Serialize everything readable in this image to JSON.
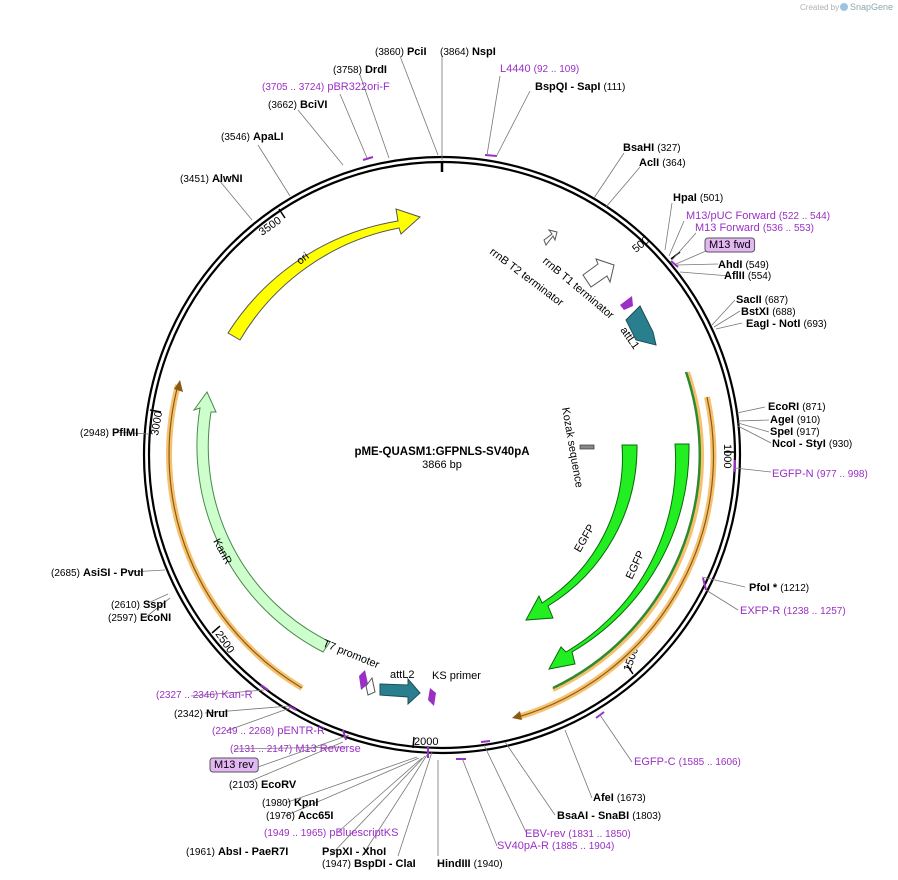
{
  "watermark": {
    "text": "Created by",
    "brand": "SnapGene"
  },
  "plasmid": {
    "name": "pME-QUASM1:GFPNLS-SV40pA",
    "length": "3866 bp"
  },
  "ticks": [
    "500",
    "1000",
    "1500",
    "2000",
    "2500",
    "3000",
    "3500"
  ],
  "colors": {
    "ori": "#ffff00",
    "egfp": "#22ee22",
    "kanr": "#ccffcc",
    "att": "#2a7f8f",
    "primer": "#9a2fc4",
    "orf_outline": "#f6c16f",
    "rrnb": "#ffffff"
  },
  "labels": [
    {
      "name": "PciI",
      "pos": "(3860)"
    },
    {
      "name": "NspI",
      "pos": "(3864)"
    },
    {
      "name": "DrdI",
      "pos": "(3758)"
    },
    {
      "name": "pBR322ori-F",
      "pos": "(3705 .. 3724)",
      "primer": true
    },
    {
      "name": "BciVI",
      "pos": "(3662)"
    },
    {
      "name": "ApaLI",
      "pos": "(3546)"
    },
    {
      "name": "AlwNI",
      "pos": "(3451)"
    },
    {
      "name": "L4440",
      "pos": "(92 .. 109)",
      "primer": true
    },
    {
      "name": "BspQI  - SapI",
      "pos": "(111)"
    },
    {
      "name": "BsaHI",
      "pos": "(327)"
    },
    {
      "name": "AclI",
      "pos": "(364)"
    },
    {
      "name": "HpaI",
      "pos": "(501)"
    },
    {
      "name": "M13/pUC Forward",
      "pos": "(522 .. 544)",
      "primer": true
    },
    {
      "name": "M13 Forward",
      "pos": "(536 .. 553)",
      "primer": true
    },
    {
      "name": "M13 fwd",
      "box": true
    },
    {
      "name": "AhdI",
      "pos": "(549)"
    },
    {
      "name": "AflII",
      "pos": "(554)"
    },
    {
      "name": "SacII",
      "pos": "(687)"
    },
    {
      "name": "BstXI",
      "pos": "(688)"
    },
    {
      "name": "EagI  - NotI",
      "pos": "(693)"
    },
    {
      "name": "EcoRI",
      "pos": "(871)"
    },
    {
      "name": "AgeI",
      "pos": "(910)"
    },
    {
      "name": "SpeI",
      "pos": "(917)"
    },
    {
      "name": "NcoI  - StyI",
      "pos": "(930)"
    },
    {
      "name": "EGFP-N",
      "pos": "(977 .. 998)",
      "primer": true
    },
    {
      "name": "PfoI *",
      "pos": "(1212)"
    },
    {
      "name": "EXFP-R",
      "pos": "(1238 .. 1257)",
      "primer": true
    },
    {
      "name": "EGFP-C",
      "pos": "(1585 .. 1606)",
      "primer": true
    },
    {
      "name": "AfeI",
      "pos": "(1673)"
    },
    {
      "name": "BsaAI  - SnaBI",
      "pos": "(1803)"
    },
    {
      "name": "EBV-rev",
      "pos": "(1831 .. 1850)",
      "primer": true
    },
    {
      "name": "SV40pA-R",
      "pos": "(1885 .. 1904)",
      "primer": true
    },
    {
      "name": "HindIII",
      "pos": "(1940)"
    },
    {
      "name": "BspDI  - ClaI",
      "pos": "(1947)"
    },
    {
      "name": "PspXI  - XhoI",
      "pos": ""
    },
    {
      "name": "AbsI  - PaeR7I",
      "pos": "(1961)"
    },
    {
      "name": "pBluescriptKS",
      "pos": "(1949 .. 1965)",
      "primer": true
    },
    {
      "name": "Acc65I",
      "pos": "(1976)"
    },
    {
      "name": "KpnI",
      "pos": "(1980)"
    },
    {
      "name": "EcoRV",
      "pos": "(2103)"
    },
    {
      "name": "M13 rev",
      "box": true
    },
    {
      "name": "M13 Reverse",
      "pos": "(2131 .. 2147)",
      "primer": true
    },
    {
      "name": "pENTR-R",
      "pos": "(2249 .. 2268)",
      "primer": true
    },
    {
      "name": "NruI",
      "pos": "(2342)"
    },
    {
      "name": "Kan-R",
      "pos": "(2327 .. 2346)",
      "primer": true
    },
    {
      "name": "SspI",
      "pos": "(2610)"
    },
    {
      "name": "EcoNI",
      "pos": "(2597)"
    },
    {
      "name": "AsiSI  - PvuI",
      "pos": "(2685)"
    },
    {
      "name": "PflMI",
      "pos": "(2948)"
    }
  ],
  "features": [
    "ori",
    "rrnB T2 terminator",
    "rrnB T1 terminator",
    "attL1",
    "Kozak sequence",
    "EGFP",
    "EGFP",
    "KanR",
    "T7 promoter",
    "attL2",
    "KS primer"
  ]
}
